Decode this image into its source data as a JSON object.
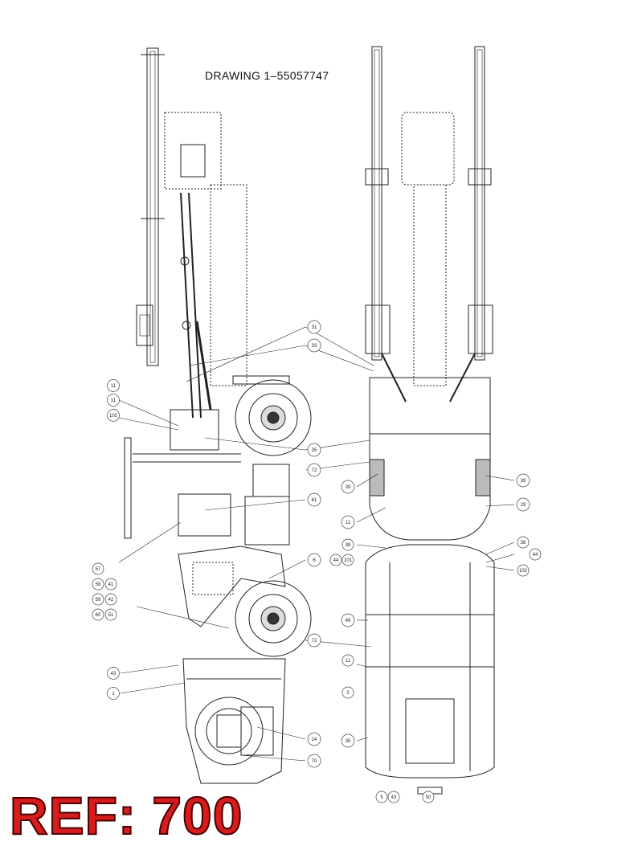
{
  "drawing": {
    "title": "DRAWING 1–55057747",
    "reference": "REF: 700"
  },
  "callouts": {
    "left": [
      {
        "id": "l1",
        "label": "11"
      },
      {
        "id": "l2",
        "label": "11"
      },
      {
        "id": "l3",
        "label": "102"
      },
      {
        "id": "l4",
        "label": "57"
      },
      {
        "id": "l5",
        "label": "58"
      },
      {
        "id": "l6",
        "label": "59"
      },
      {
        "id": "l7",
        "label": "60"
      },
      {
        "id": "l8",
        "label": "41"
      },
      {
        "id": "l9",
        "label": "42"
      },
      {
        "id": "l10",
        "label": "51"
      },
      {
        "id": "l11",
        "label": "43"
      },
      {
        "id": "l12",
        "label": "1"
      }
    ],
    "mid": [
      {
        "id": "m1",
        "label": "31"
      },
      {
        "id": "m2",
        "label": "33"
      },
      {
        "id": "m3",
        "label": "35"
      },
      {
        "id": "m4",
        "label": "72"
      },
      {
        "id": "m5",
        "label": "61"
      },
      {
        "id": "m6",
        "label": "6"
      },
      {
        "id": "m7",
        "label": "72"
      },
      {
        "id": "m8",
        "label": "24"
      },
      {
        "id": "m9",
        "label": "70"
      }
    ],
    "right": [
      {
        "id": "r1",
        "label": "39"
      },
      {
        "id": "r2",
        "label": "11"
      },
      {
        "id": "r3",
        "label": "29"
      },
      {
        "id": "r4",
        "label": "38"
      },
      {
        "id": "r5",
        "label": "44"
      },
      {
        "id": "r6",
        "label": "101"
      },
      {
        "id": "r7",
        "label": "49"
      },
      {
        "id": "r8",
        "label": "11"
      },
      {
        "id": "r9",
        "label": "2"
      },
      {
        "id": "r10",
        "label": "35"
      },
      {
        "id": "r11",
        "label": "5"
      },
      {
        "id": "r12",
        "label": "43"
      },
      {
        "id": "r13",
        "label": "50"
      },
      {
        "id": "r14",
        "label": "39"
      },
      {
        "id": "r15",
        "label": "38"
      },
      {
        "id": "r16",
        "label": "44"
      },
      {
        "id": "r17",
        "label": "102"
      }
    ]
  }
}
